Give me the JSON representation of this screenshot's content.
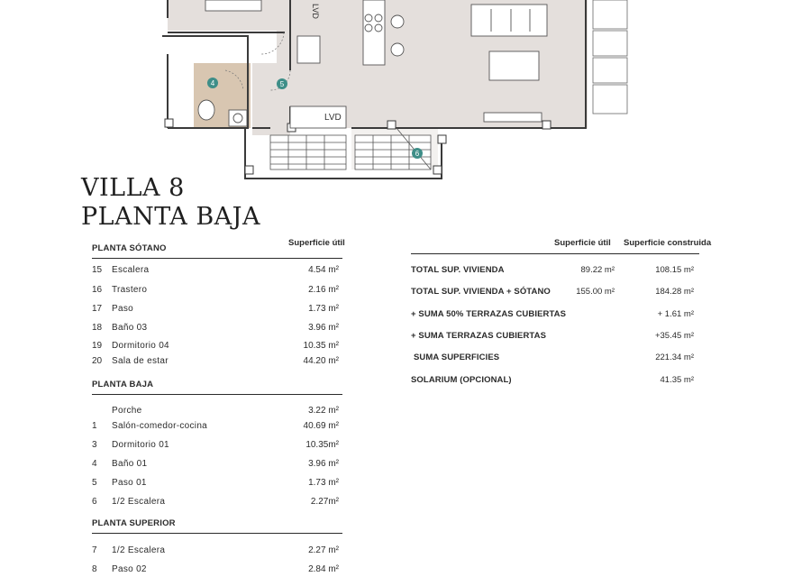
{
  "plan": {
    "lvd_upper": "LVD",
    "lvd_lower": "LVD",
    "markers": [
      "4",
      "5",
      "6"
    ]
  },
  "title_line1": "VILLA 8",
  "title_line2": "PLANTA BAJA",
  "left_table": {
    "column_header": "Superficie útil",
    "sections": [
      {
        "title": "PLANTA SÓTANO",
        "rows": [
          {
            "num": "15",
            "name": "Escalera",
            "value": "4.54 m²"
          },
          {
            "num": "16",
            "name": "Trastero",
            "value": "2.16 m²"
          },
          {
            "num": "17",
            "name": "Paso",
            "value": "1.73 m²"
          },
          {
            "num": "18",
            "name": "Baño 03",
            "value": "3.96 m²"
          },
          {
            "num": "19",
            "name": "Dormitorio 04",
            "value": "10.35 m²"
          },
          {
            "num": "20",
            "name": "Sala de estar",
            "value": "44.20 m²"
          }
        ]
      },
      {
        "title": "PLANTA BAJA",
        "rows": [
          {
            "num": "",
            "name": "Porche",
            "value": "3.22 m²"
          },
          {
            "num": "1",
            "name": "Salón-comedor-cocina",
            "value": "40.69 m²"
          },
          {
            "num": "3",
            "name": "Dormitorio 01",
            "value": "10.35m²"
          },
          {
            "num": "4",
            "name": "Baño 01",
            "value": "3.96 m²"
          },
          {
            "num": "5",
            "name": "Paso 01",
            "value": "1.73 m²"
          },
          {
            "num": "6",
            "name": "1/2 Escalera",
            "value": "2.27m²"
          }
        ]
      },
      {
        "title": "PLANTA SUPERIOR",
        "rows": [
          {
            "num": "7",
            "name": "1/2 Escalera",
            "value": "2.27 m²"
          },
          {
            "num": "8",
            "name": "Paso 02",
            "value": "2.84 m²"
          }
        ]
      }
    ]
  },
  "right_table": {
    "header_util": "Superficie útil",
    "header_construida": "Superficie construida",
    "rows": [
      {
        "label": "TOTAL SUP. VIVIENDA",
        "util": "89.22 m²",
        "construida": "108.15 m²"
      },
      {
        "label": "TOTAL SUP. VIVIENDA + SÓTANO",
        "util": "155.00  m²",
        "construida": "184.28 m²"
      },
      {
        "label": "+ SUMA 50% TERRAZAS CUBIERTAS",
        "util": "",
        "construida": "+ 1.61 m²"
      },
      {
        "label": "+ SUMA TERRAZAS CUBIERTAS",
        "util": "",
        "construida": "+35.45 m²"
      },
      {
        "label": "SUMA SUPERFICIES",
        "util": "",
        "construida": "221.34 m²"
      },
      {
        "label": "SOLARIUM (OPCIONAL)",
        "util": "",
        "construida": "41.35 m²"
      }
    ]
  },
  "colors": {
    "floor": "#e4dfdc",
    "bath_floor": "#d8c6b1",
    "wall": "#3a3a3a",
    "marker": "#3e8e88"
  }
}
